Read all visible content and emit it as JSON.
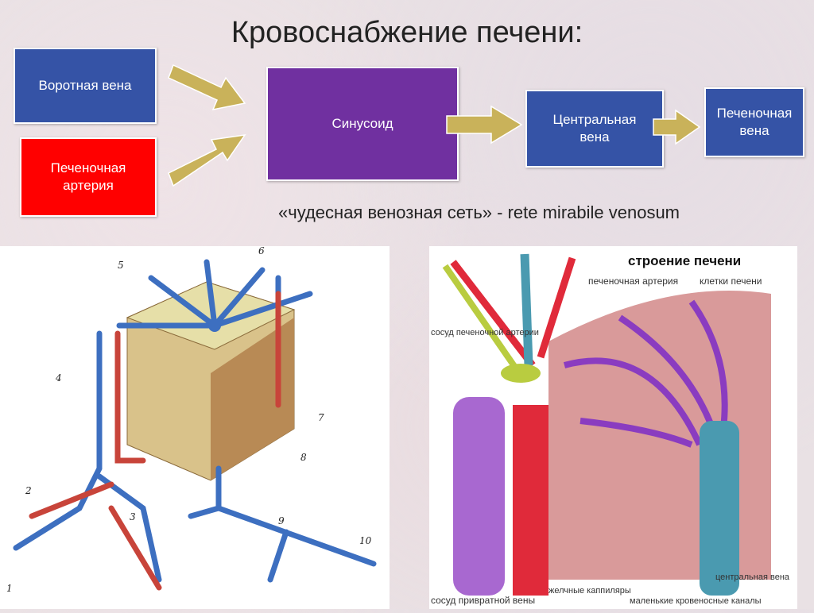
{
  "title": "Кровоснабжение печени:",
  "flow": {
    "portal_vein": "Воротная вена",
    "hepatic_artery": "Печеночная артерия",
    "sinusoid": "Синусоид",
    "central_vein": "Центральная вена",
    "hepatic_vein": "Печеночная вена"
  },
  "subtitle": "«чудесная венозная сеть» - rete mirabile venosum",
  "left_figure": {
    "numbers": [
      "5",
      "6",
      "4",
      "7",
      "8",
      "2",
      "3",
      "9",
      "10",
      "1"
    ]
  },
  "right_figure": {
    "title": "строение печени",
    "labels": {
      "hepatic_artery": "печеночная артерия",
      "liver_cells": "клетки печени",
      "hepatic_artery_vessel": "сосуд печеночной артерии",
      "portal_vein_vessel": "сосуд привратной вены",
      "bile_capillaries": "желчные каппиляры",
      "small_blood_channels": "маленькие кровеносные каналы",
      "central_vein": "центральная вена"
    }
  },
  "colors": {
    "blue": "#3553a6",
    "red": "#ff0000",
    "purple": "#7030a0",
    "arrow": "#c9b25a"
  }
}
